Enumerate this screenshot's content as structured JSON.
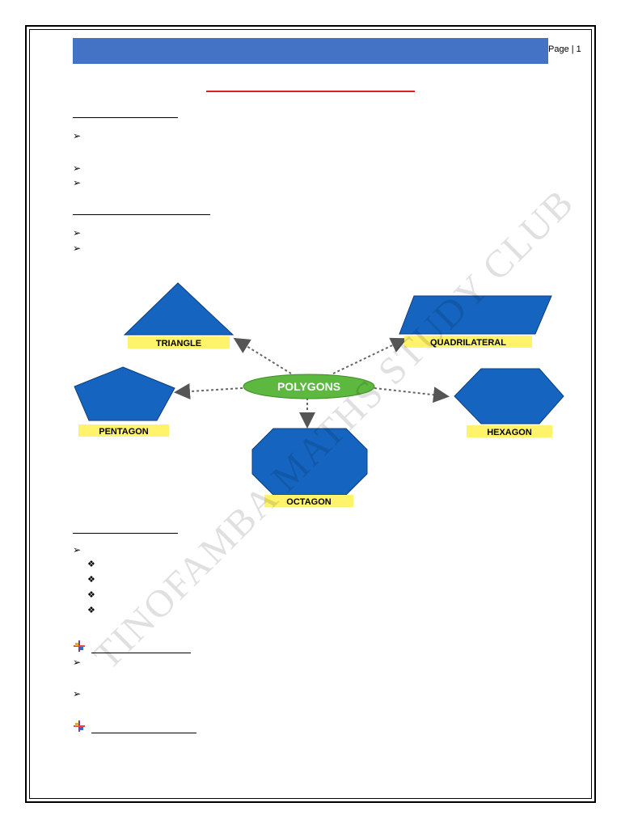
{
  "header": {
    "page_label": "Page | 1"
  },
  "watermark": {
    "text": "TINOFAMBA MATHS STUDY CLUB"
  },
  "diagram": {
    "center": "POLYGONS",
    "shapes": [
      "TRIANGLE",
      "QUADRILATERAL",
      "PENTAGON",
      "HEXAGON",
      "OCTAGON"
    ]
  },
  "colors": {
    "header_bar": "#4472c4",
    "title_underline": "#e02020",
    "shape_fill": "#1565c0",
    "label_bg": "#fff36b",
    "center_fill": "#5cb83e"
  }
}
